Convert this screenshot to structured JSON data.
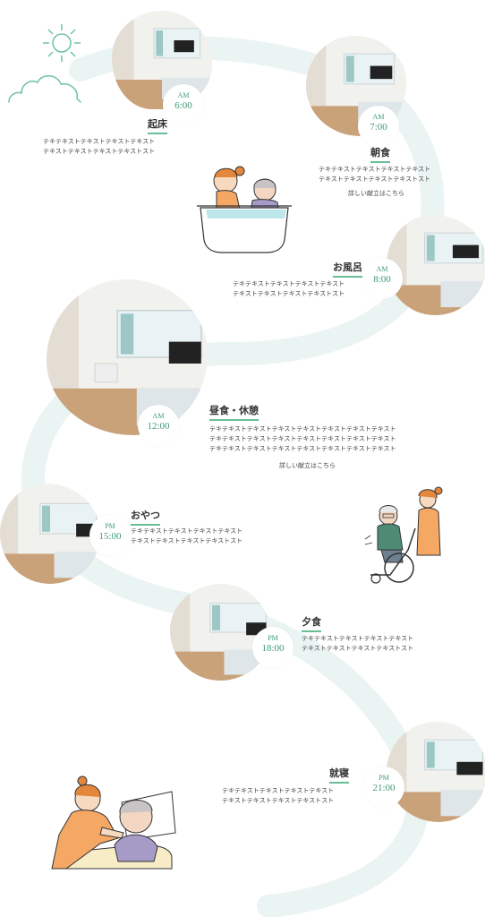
{
  "colors": {
    "accent": "#68bf96",
    "time_text": "#3f9b73",
    "path": "#eaf4f2",
    "icon_line": "#6fc3a0"
  },
  "icons": {
    "sun": "sun-icon",
    "cloud": "cloud-icon"
  },
  "illustrations": {
    "bath": "bath-illustration",
    "wheelchair": "wheelchair-illustration",
    "sleep": "sleep-care-illustration"
  },
  "schedule": [
    {
      "ampm": "AM",
      "time": "6:00",
      "title": "起床",
      "text": "テキテキストテキストテキストテキスト\nテキストテキストテキストテキストスト"
    },
    {
      "ampm": "AM",
      "time": "7:00",
      "title": "朝食",
      "text": "テキテキストテキストテキストテキスト\nテキストテキストテキストテキストスト",
      "link": "詳しい献立はこちら"
    },
    {
      "ampm": "AM",
      "time": "8:00",
      "title": "お風呂",
      "text": "テキテキストテキストテキストテキスト\nテキストテキストテキストテキストスト"
    },
    {
      "ampm": "AM",
      "time": "12:00",
      "title": "昼食・休憩",
      "text": "テキテキストテキストテキストテキストテキストテキストテキスト\nテキテキストテキストテキストテキストテキストテキストテキスト\nテキテキストテキストテキストテキストテキストテキストテキスト",
      "link": "詳しい献立はこちら"
    },
    {
      "ampm": "PM",
      "time": "15:00",
      "title": "おやつ",
      "text": "テキテキストテキストテキストテキスト\nテキストテキストテキストテキストスト"
    },
    {
      "ampm": "PM",
      "time": "18:00",
      "title": "夕食",
      "text": "テキテキストテキストテキストテキスト\nテキストテキストテキストテキストスト"
    },
    {
      "ampm": "PM",
      "time": "21:00",
      "title": "就寝",
      "text": "テキテキストテキストテキストテキスト\nテキストテキストテキストテキストスト"
    }
  ]
}
